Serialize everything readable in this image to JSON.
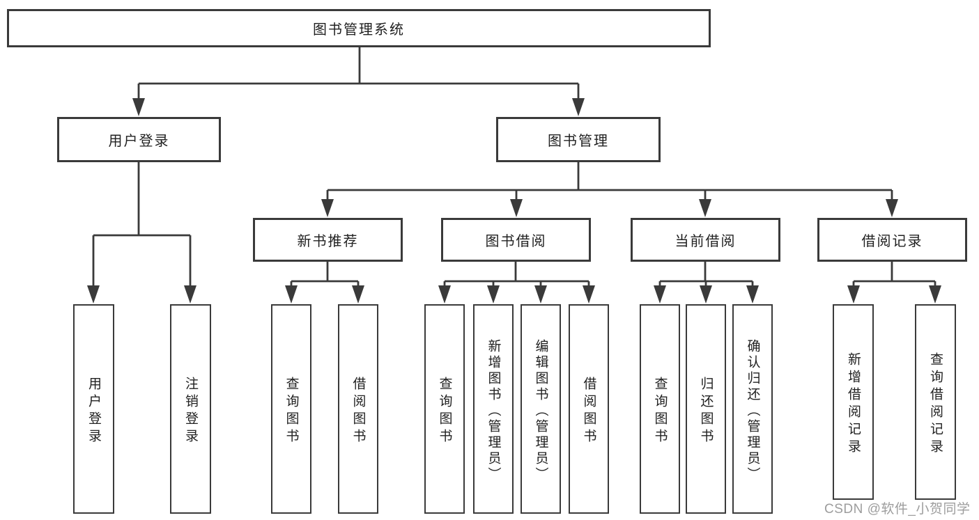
{
  "diagram": {
    "type": "hierarchy-tree",
    "nodes": {
      "root": "图书管理系统",
      "user_login": "用户登录",
      "book_management": "图书管理",
      "new_book_recommend": "新书推荐",
      "book_borrow": "图书借阅",
      "current_borrow": "当前借阅",
      "borrow_record": "借阅记录",
      "leaf_user_login": "用户登录",
      "leaf_logout": "注销登录",
      "leaf_query_book_recommend": "查询图书",
      "leaf_borrow_book_recommend": "借阅图书",
      "leaf_query_book_borrow": "查询图书",
      "leaf_add_book_admin": "新增图书（管理员）",
      "leaf_edit_book_admin": "编辑图书（管理员）",
      "leaf_borrow_book_borrow": "借阅图书",
      "leaf_query_book_current": "查询图书",
      "leaf_return_book": "归还图书",
      "leaf_confirm_return_admin": "确认归还（管理员）",
      "leaf_add_borrow_record": "新增借阅记录",
      "leaf_query_borrow_record": "查询借阅记录"
    },
    "edges": [
      [
        "图书管理系统",
        "用户登录"
      ],
      [
        "图书管理系统",
        "图书管理"
      ],
      [
        "用户登录",
        "用户登录(叶)"
      ],
      [
        "用户登录",
        "注销登录"
      ],
      [
        "图书管理",
        "新书推荐"
      ],
      [
        "图书管理",
        "图书借阅"
      ],
      [
        "图书管理",
        "当前借阅"
      ],
      [
        "图书管理",
        "借阅记录"
      ],
      [
        "新书推荐",
        "查询图书"
      ],
      [
        "新书推荐",
        "借阅图书"
      ],
      [
        "图书借阅",
        "查询图书"
      ],
      [
        "图书借阅",
        "新增图书（管理员）"
      ],
      [
        "图书借阅",
        "编辑图书（管理员）"
      ],
      [
        "图书借阅",
        "借阅图书"
      ],
      [
        "当前借阅",
        "查询图书"
      ],
      [
        "当前借阅",
        "归还图书"
      ],
      [
        "当前借阅",
        "确认归还（管理员）"
      ],
      [
        "借阅记录",
        "新增借阅记录"
      ],
      [
        "借阅记录",
        "查询借阅记录"
      ]
    ],
    "colors": {
      "line": "#3a3a3a",
      "box_border": "#3a3a3a",
      "box_background": "#ffffff",
      "text": "#212121",
      "watermark": "#9d9d9d",
      "page_background": "#ffffff"
    }
  },
  "watermark": "CSDN @软件_小贺同学"
}
